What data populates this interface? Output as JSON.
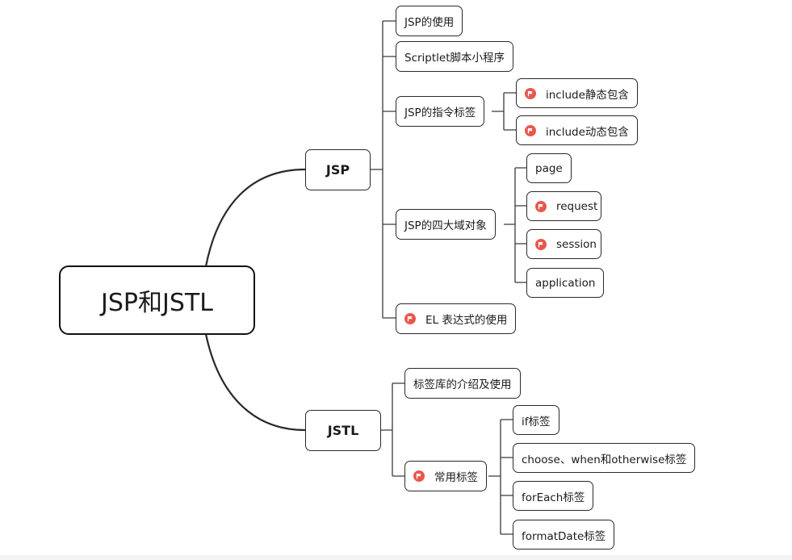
{
  "root": {
    "label": "JSP和JSTL"
  },
  "branches": {
    "jsp": {
      "label": "JSP",
      "children": [
        {
          "label": "JSP的使用"
        },
        {
          "label": "Scriptlet脚本小程序"
        },
        {
          "label": "JSP的指令标签",
          "children": [
            {
              "label": "include静态包含",
              "icon": "flag-icon"
            },
            {
              "label": "include动态包含",
              "icon": "flag-icon"
            }
          ]
        },
        {
          "label": "JSP的四大域对象",
          "children": [
            {
              "label": "page"
            },
            {
              "label": "request",
              "icon": "flag-icon"
            },
            {
              "label": "session",
              "icon": "flag-icon"
            },
            {
              "label": "application"
            }
          ]
        },
        {
          "label": "EL 表达式的使用",
          "icon": "flag-icon"
        }
      ]
    },
    "jstl": {
      "label": "JSTL",
      "children": [
        {
          "label": "标签库的介绍及使用"
        },
        {
          "label": "常用标签",
          "icon": "flag-icon",
          "children": [
            {
              "label": "if标签"
            },
            {
              "label": "choose、when和otherwise标签"
            },
            {
              "label": "forEach标签"
            },
            {
              "label": "formatDate标签"
            }
          ]
        }
      ]
    }
  },
  "colors": {
    "flag": "#e8574b",
    "line": "#2a2a2a"
  }
}
